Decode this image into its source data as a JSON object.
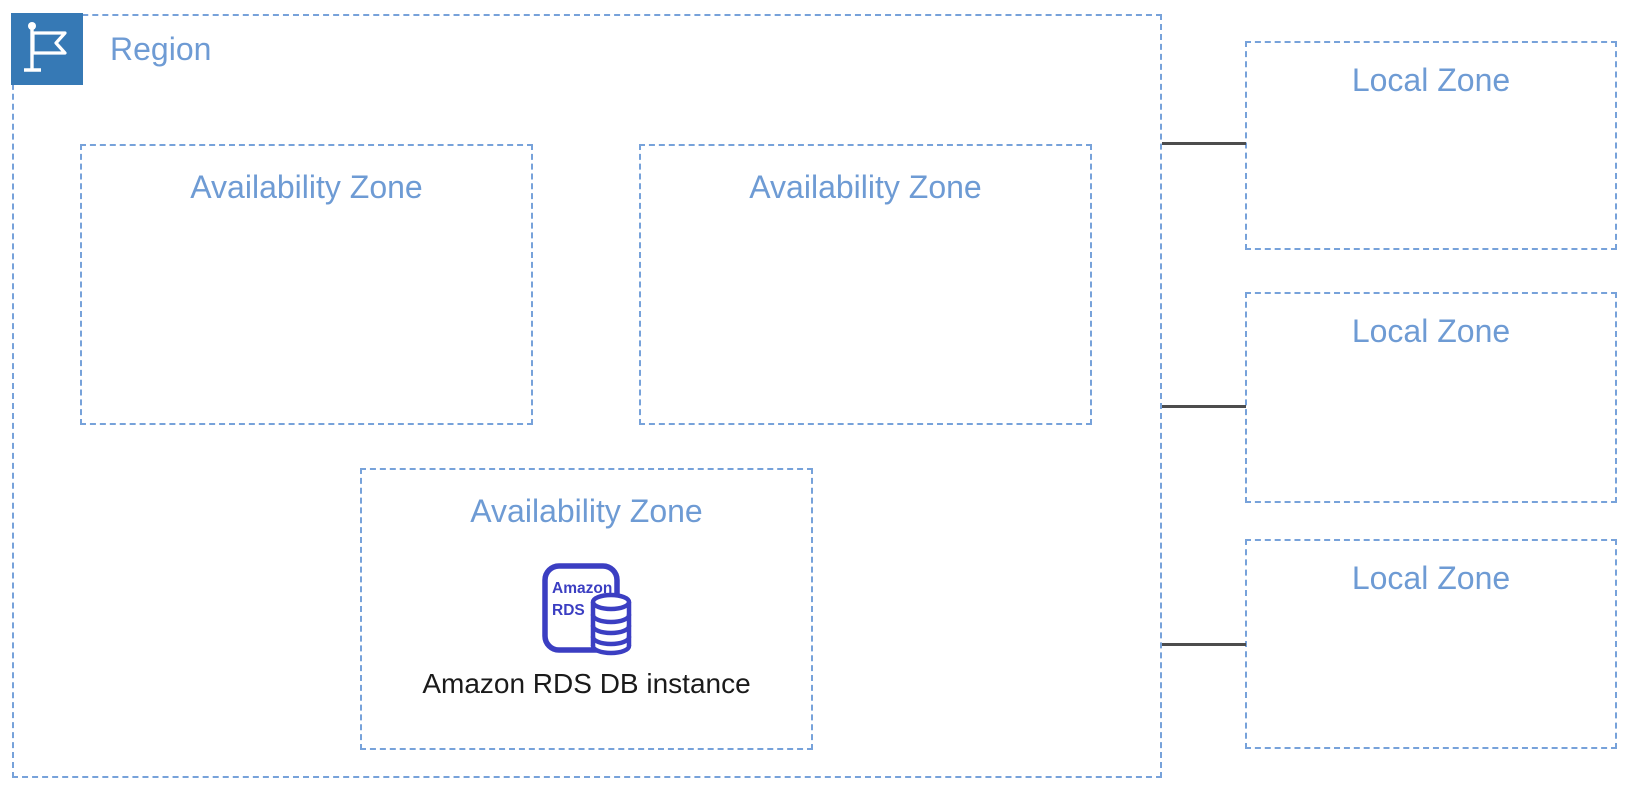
{
  "region": {
    "label": "Region"
  },
  "availability_zones": [
    {
      "label": "Availability Zone"
    },
    {
      "label": "Availability Zone"
    },
    {
      "label": "Availability Zone"
    }
  ],
  "local_zones": [
    {
      "label": "Local Zone"
    },
    {
      "label": "Local Zone"
    },
    {
      "label": "Local Zone"
    }
  ],
  "rds": {
    "icon_line1": "Amazon",
    "icon_line2": "RDS",
    "caption": "Amazon RDS DB instance"
  },
  "icons": {
    "region_icon": "flag-icon",
    "rds_icon": "amazon-rds-database-icon"
  },
  "colors": {
    "zone_border": "#77a2da",
    "zone_label_text": "#6e9bd4",
    "region_icon_bg": "#3679b5",
    "region_icon_glyph": "#ffffff",
    "rds_icon": "#3b3ec2",
    "caption_text": "#1a1a1a",
    "connector_line": "#4d4d4d",
    "background": "#ffffff"
  }
}
